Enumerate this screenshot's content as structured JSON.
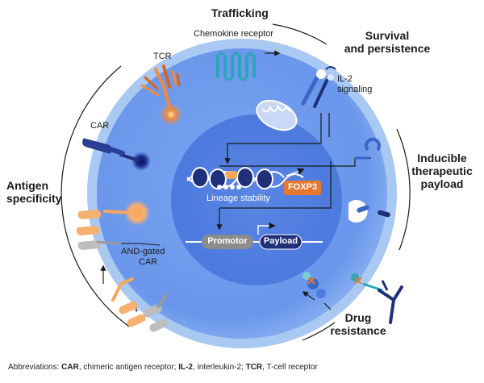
{
  "labels": {
    "trafficking": "Trafficking",
    "chemokine_receptor": "Chemokine receptor",
    "survival_line1": "Survival",
    "survival_line2": "and persistence",
    "il2_line1": "IL-2",
    "il2_line2": "signaling",
    "tcr": "TCR",
    "car": "CAR",
    "antigen_line1": "Antigen",
    "antigen_line2": "specificity",
    "inducible_line1": "Inducible",
    "inducible_line2": "therapeutic",
    "inducible_line3": "payload",
    "lineage_stability": "Lineage stability",
    "foxp3": "FOXP3",
    "promotor": "Promotor",
    "payload": "Payload",
    "and_gated_line1": "AND-gated",
    "and_gated_line2": "CAR",
    "drug_line1": "Drug",
    "drug_line2": "resistance"
  },
  "footnote": {
    "prefix": "Abbreviations: ",
    "items": [
      {
        "abbr": "CAR",
        "text": ", chimeric antigen receptor; "
      },
      {
        "abbr": "IL-2",
        "text": ", interleukin-2; "
      },
      {
        "abbr": "TCR",
        "text": ", T-cell receptor"
      }
    ]
  },
  "colors": {
    "cell_outer": "#a9c8f2",
    "cell_body": "#6a97ec",
    "nucleus": "#4f7ddf",
    "navy": "#1f2f78",
    "orange": "#f08a3c",
    "teal": "#2aa6b8",
    "gray": "#9a9a9a",
    "foxp3_box": "#e8782f",
    "payload_box": "#1f2f78",
    "promotor_box": "#8c8c8c"
  }
}
